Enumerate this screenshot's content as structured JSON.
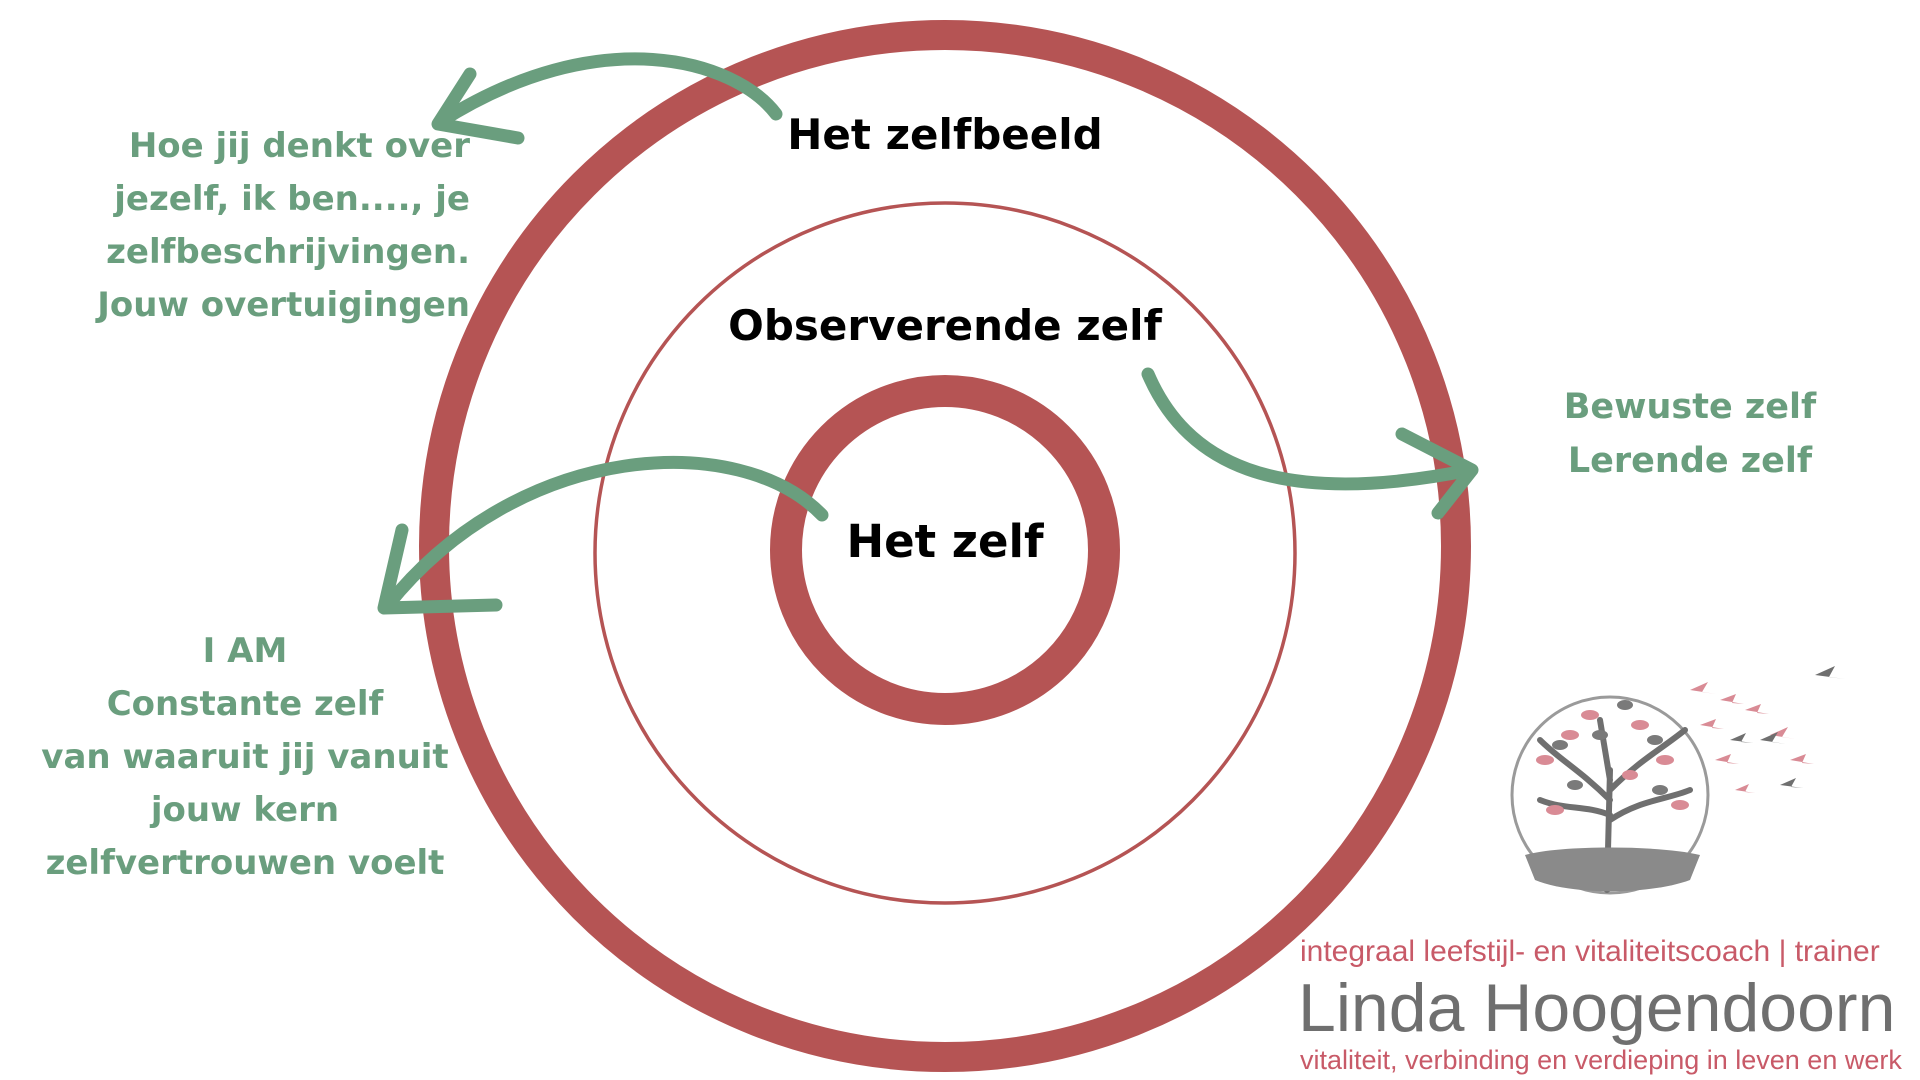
{
  "diagram": {
    "ring_color": "#b55454",
    "arrow_color": "#6a9e7e",
    "rings": [
      {
        "label": "Het zelfbeeld"
      },
      {
        "label": "Observerende zelf"
      },
      {
        "label": "Het zelf"
      }
    ],
    "notes": {
      "top": [
        "Hoe jij denkt over",
        "jezelf, ik ben...., je",
        "zelfbeschrijvingen.",
        "Jouw overtuigingen"
      ],
      "right": [
        "Bewuste zelf",
        "Lerende zelf"
      ],
      "bottom": [
        "I AM",
        "Constante zelf",
        "van waaruit jij vanuit",
        "jouw kern",
        "zelfvertrouwen voelt"
      ]
    }
  },
  "brand": {
    "tagline": "integraal leefstijl- en vitaliteitscoach | trainer",
    "name": "Linda Hoogendoorn",
    "subline": "vitaliteit, verbinding en verdieping in leven en werk",
    "logo_icon": "tree-with-birds-icon",
    "accent_color": "#c85a68",
    "name_color": "#6f6f6f"
  }
}
